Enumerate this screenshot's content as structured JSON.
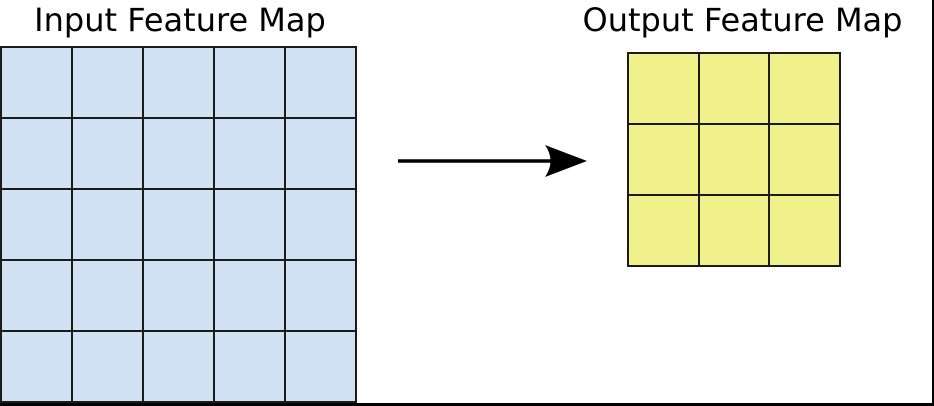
{
  "figure": {
    "background_color": "#ffffff",
    "frame_border_color": "#000000"
  },
  "input_map": {
    "title": "Input Feature Map",
    "rows": 5,
    "cols": 5,
    "cell_color": "#cfe1f2",
    "line_color": "#1b1b1b"
  },
  "output_map": {
    "title": "Output Feature Map",
    "rows": 3,
    "cols": 3,
    "cell_color": "#f1f18c",
    "line_color": "#1b1b1b"
  },
  "arrow": {
    "color": "#000000",
    "direction": "right"
  }
}
